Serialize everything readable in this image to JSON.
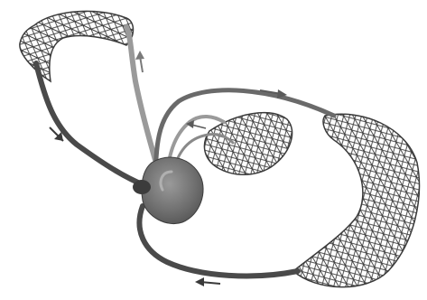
{
  "diagram": {
    "kind": "circulatory-system-schematic",
    "components": [
      "heart",
      "capillary-bed-upper-left",
      "capillary-bed-middle",
      "capillary-bed-right",
      "vessel-loop-upper-left",
      "vessel-loop-middle",
      "vessel-loop-right"
    ],
    "flow_arrows": [
      {
        "name": "arrow-left-vessel",
        "direction": "down-right"
      },
      {
        "name": "arrow-ascending-vessel",
        "direction": "up"
      },
      {
        "name": "arrow-top-vessel",
        "direction": "right"
      },
      {
        "name": "arrow-middle-vessel",
        "direction": "left"
      },
      {
        "name": "arrow-bottom-vessel",
        "direction": "left"
      }
    ],
    "colors": {
      "dark_vessel": "#4a4a4a",
      "light_vessel": "#9a9a9a",
      "heart": "#7a7a7a",
      "heart_dark": "#3c3c3c",
      "capillary": "#3a3a3a",
      "capillary_fill": "#f4f4f4"
    }
  }
}
